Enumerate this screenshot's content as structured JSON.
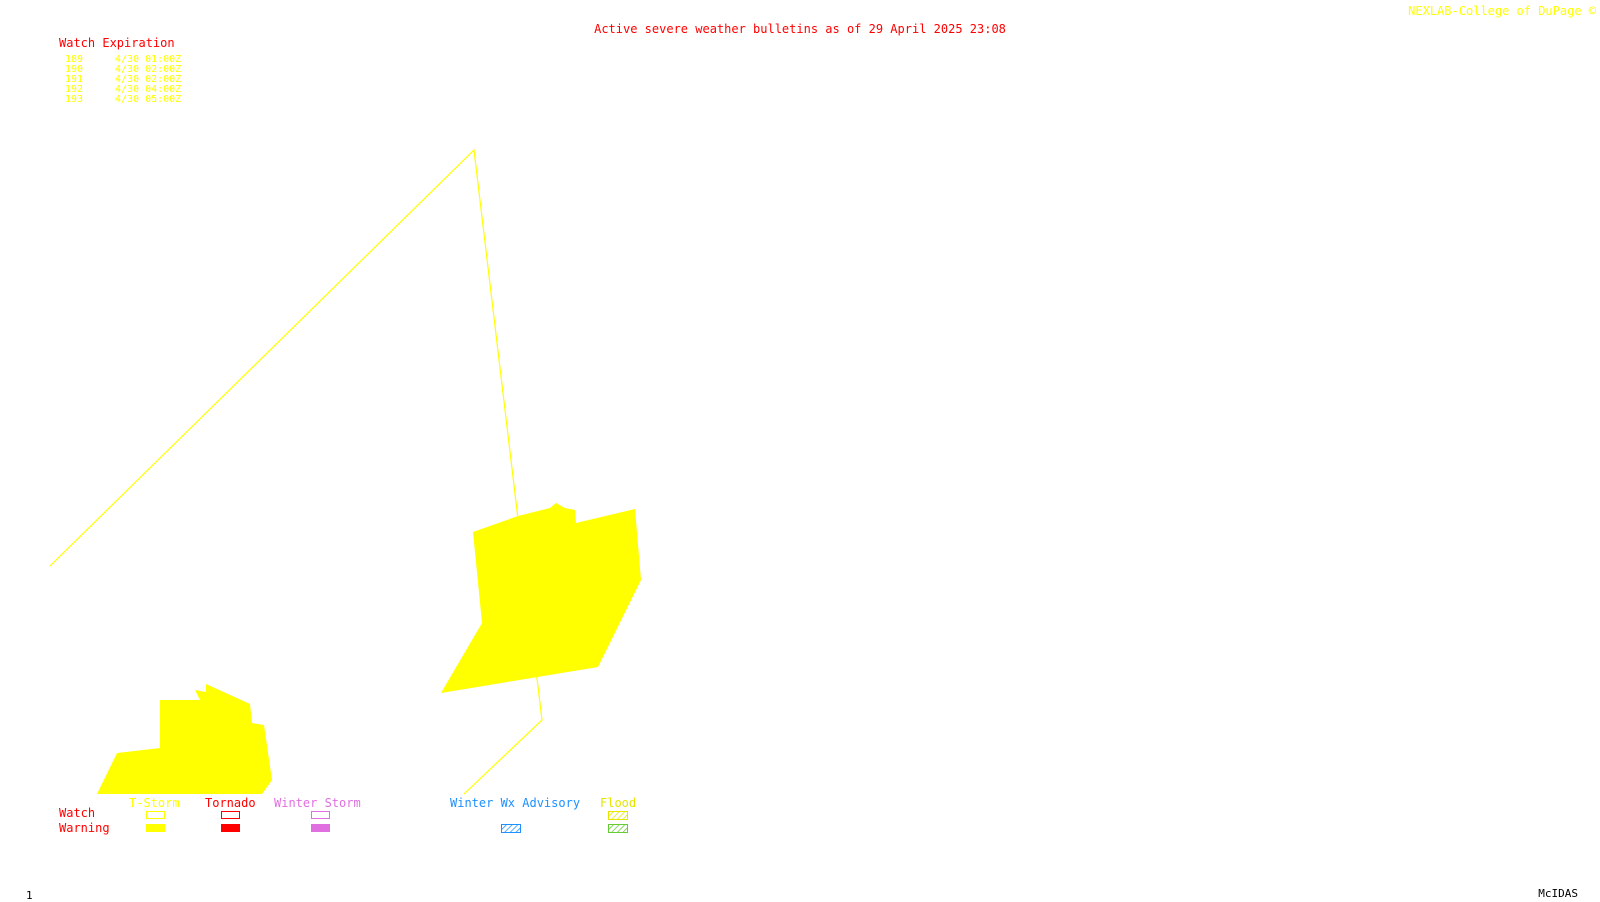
{
  "header": {
    "title": "Active severe weather bulletins as of 29 April 2025 23:08",
    "credit": "NEXLAB-College of DuPage ©"
  },
  "watch_expiration": {
    "heading": "Watch Expiration",
    "rows": [
      {
        "number": "189",
        "expires": "4/30 01:00Z"
      },
      {
        "number": "190",
        "expires": "4/30 02:00Z"
      },
      {
        "number": "191",
        "expires": "4/30 02:00Z"
      },
      {
        "number": "192",
        "expires": "4/30 04:00Z"
      },
      {
        "number": "193",
        "expires": "4/30 05:00Z"
      }
    ]
  },
  "legend": {
    "row_labels": {
      "watch": "Watch",
      "warning": "Warning"
    },
    "categories": [
      {
        "key": "tstorm",
        "label": "T-Storm",
        "color": "#ffff00",
        "watch_style": "outline",
        "warning_style": "fill"
      },
      {
        "key": "tornado",
        "label": "Tornado",
        "color": "#ff0000",
        "watch_style": "outline",
        "warning_style": "fill"
      },
      {
        "key": "winter-storm",
        "label": "Winter Storm",
        "color": "#e070e0",
        "watch_style": "outline",
        "warning_style": "fill"
      },
      {
        "key": "winter-wx-advisory",
        "label": "Winter Wx Advisory",
        "color": "#1e90ff",
        "watch_style": "none",
        "warning_style": "hatch"
      },
      {
        "key": "flood",
        "label": "Flood",
        "color": "#e6e600",
        "warning_color": "#66cc33",
        "watch_style": "hatch",
        "warning_style": "hatch"
      }
    ]
  },
  "colors": {
    "title": "#ff0000",
    "credit": "#ffff00",
    "watch_heading": "#ff0000",
    "watch_rows": "#ffff00",
    "watch_boundary": "#ffff00",
    "warning_fill": "#ffff00",
    "footer": "#000000"
  },
  "footer": {
    "frame": "1",
    "software": "McIDAS"
  }
}
